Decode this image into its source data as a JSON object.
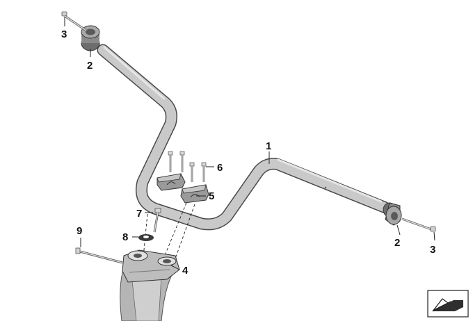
{
  "diagram": {
    "type": "exploded parts diagram",
    "callouts": [
      {
        "id": "c1",
        "label": "1"
      },
      {
        "id": "c2a",
        "label": "2"
      },
      {
        "id": "c2b",
        "label": "2"
      },
      {
        "id": "c3a",
        "label": "3"
      },
      {
        "id": "c3b",
        "label": "3"
      },
      {
        "id": "c4",
        "label": "4"
      },
      {
        "id": "c5",
        "label": "5"
      },
      {
        "id": "c6",
        "label": "6"
      },
      {
        "id": "c7",
        "label": "7"
      },
      {
        "id": "c8",
        "label": "8"
      },
      {
        "id": "c9",
        "label": "9"
      }
    ],
    "colors": {
      "part_fill": "#c8c8c8",
      "part_stroke": "#4a4a4a",
      "dark_part": "#6e6e6e",
      "text": "#111111"
    },
    "nav_icon": "orientation-arrow-icon"
  }
}
